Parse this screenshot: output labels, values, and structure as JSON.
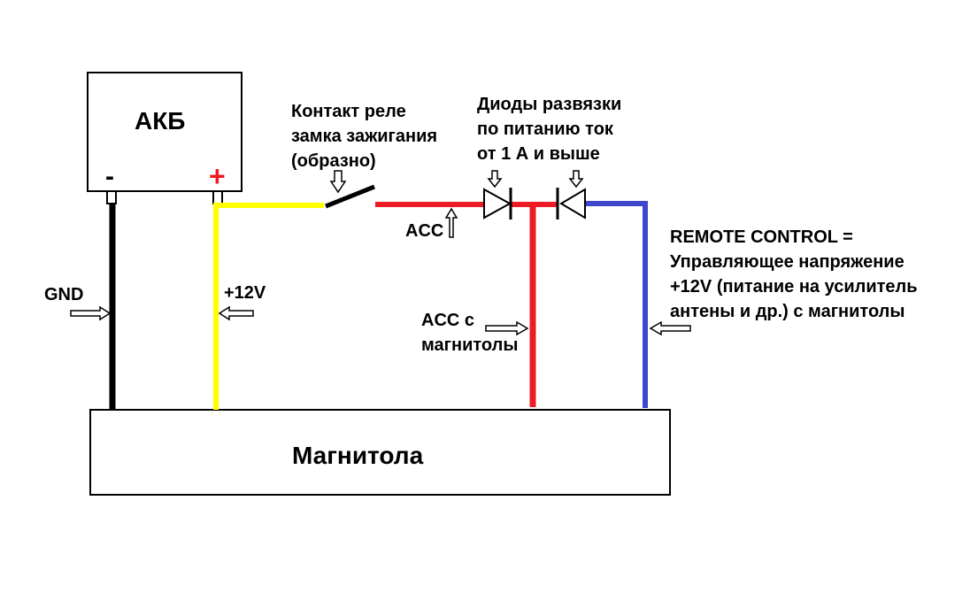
{
  "battery": {
    "label": "АКБ",
    "minus": "-",
    "plus": "+"
  },
  "radio": {
    "label": "Магнитола"
  },
  "labels": {
    "gnd": "GND",
    "v12": "+12V",
    "contact": "Контакт реле\nзамка зажигания\n(образно)",
    "diodes": "Диоды развязки\nпо питанию ток\nот 1 А и выше",
    "acc": "ACC",
    "acc_radio": "ACC с\nмагнитолы",
    "remote": "REMOTE CONTROL =\nУправляющее напряжение\n+12V (питание на усилитель\nантены и др.) с магнитолы"
  },
  "colors": {
    "gnd_wire": "#000000",
    "v12_wire": "#ffff00",
    "acc_wire": "#ed1c24",
    "remote_wire": "#3f48cc",
    "plus_sign": "#ed1c24",
    "outline": "#000000"
  }
}
